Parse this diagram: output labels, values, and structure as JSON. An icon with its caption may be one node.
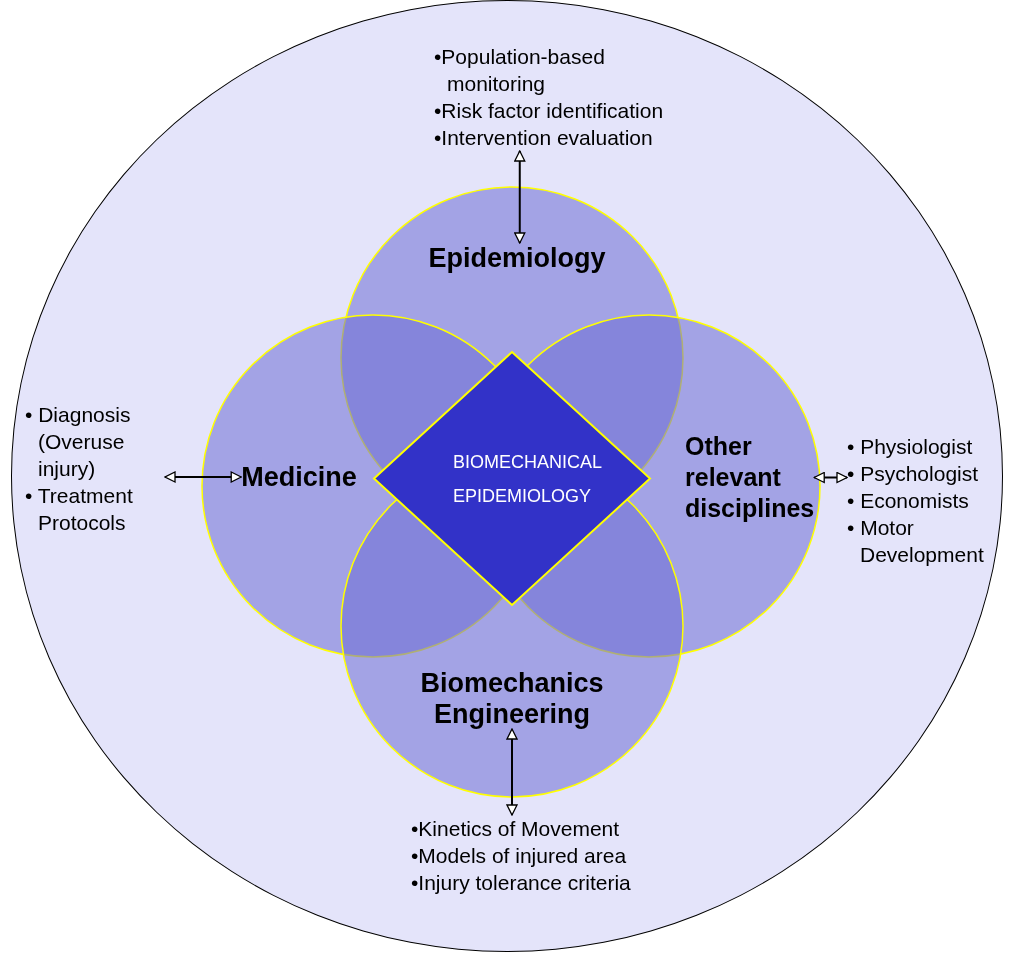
{
  "diagram": {
    "nodes": [
      {
        "text": [],
        "shape": "circle"
      },
      {
        "text": [
          "Epidemiology"
        ],
        "in": 0
      },
      {
        "text": [
          "Medicine"
        ],
        "in": 0
      },
      {
        "text": [
          "Other relevant disciplines"
        ],
        "in": 0
      },
      {
        "text": [
          "Biomechanics Engineering"
        ],
        "in": 0
      },
      {
        "text": [
          "BIOMECHANICAL EPIDEMIOLOGY"
        ],
        "in": 0
      },
      {
        "text": [
          "•Population-based monitoring",
          "•Risk factor identification",
          "•Intervention evaluation"
        ],
        "in": 0
      },
      {
        "text": [
          "• Diagnosis (Overuse injury)",
          "• Treatment Protocols"
        ],
        "in": 0
      },
      {
        "text": [
          "• Physiologist",
          "• Psychologist",
          "• Economists",
          "• Motor Development"
        ],
        "in": 0
      },
      {
        "text": [
          "•Kinetics of Movement",
          "•Models of injured area",
          "•Injury tolerance criteria"
        ],
        "in": 0
      }
    ],
    "edges": [
      {
        "from": 6,
        "to": 1,
        "arrow": "both"
      },
      {
        "from": 7,
        "to": 2,
        "arrow": "both"
      },
      {
        "from": 3,
        "to": 8,
        "arrow": "both"
      },
      {
        "from": 4,
        "to": 9,
        "arrow": "both"
      }
    ]
  }
}
